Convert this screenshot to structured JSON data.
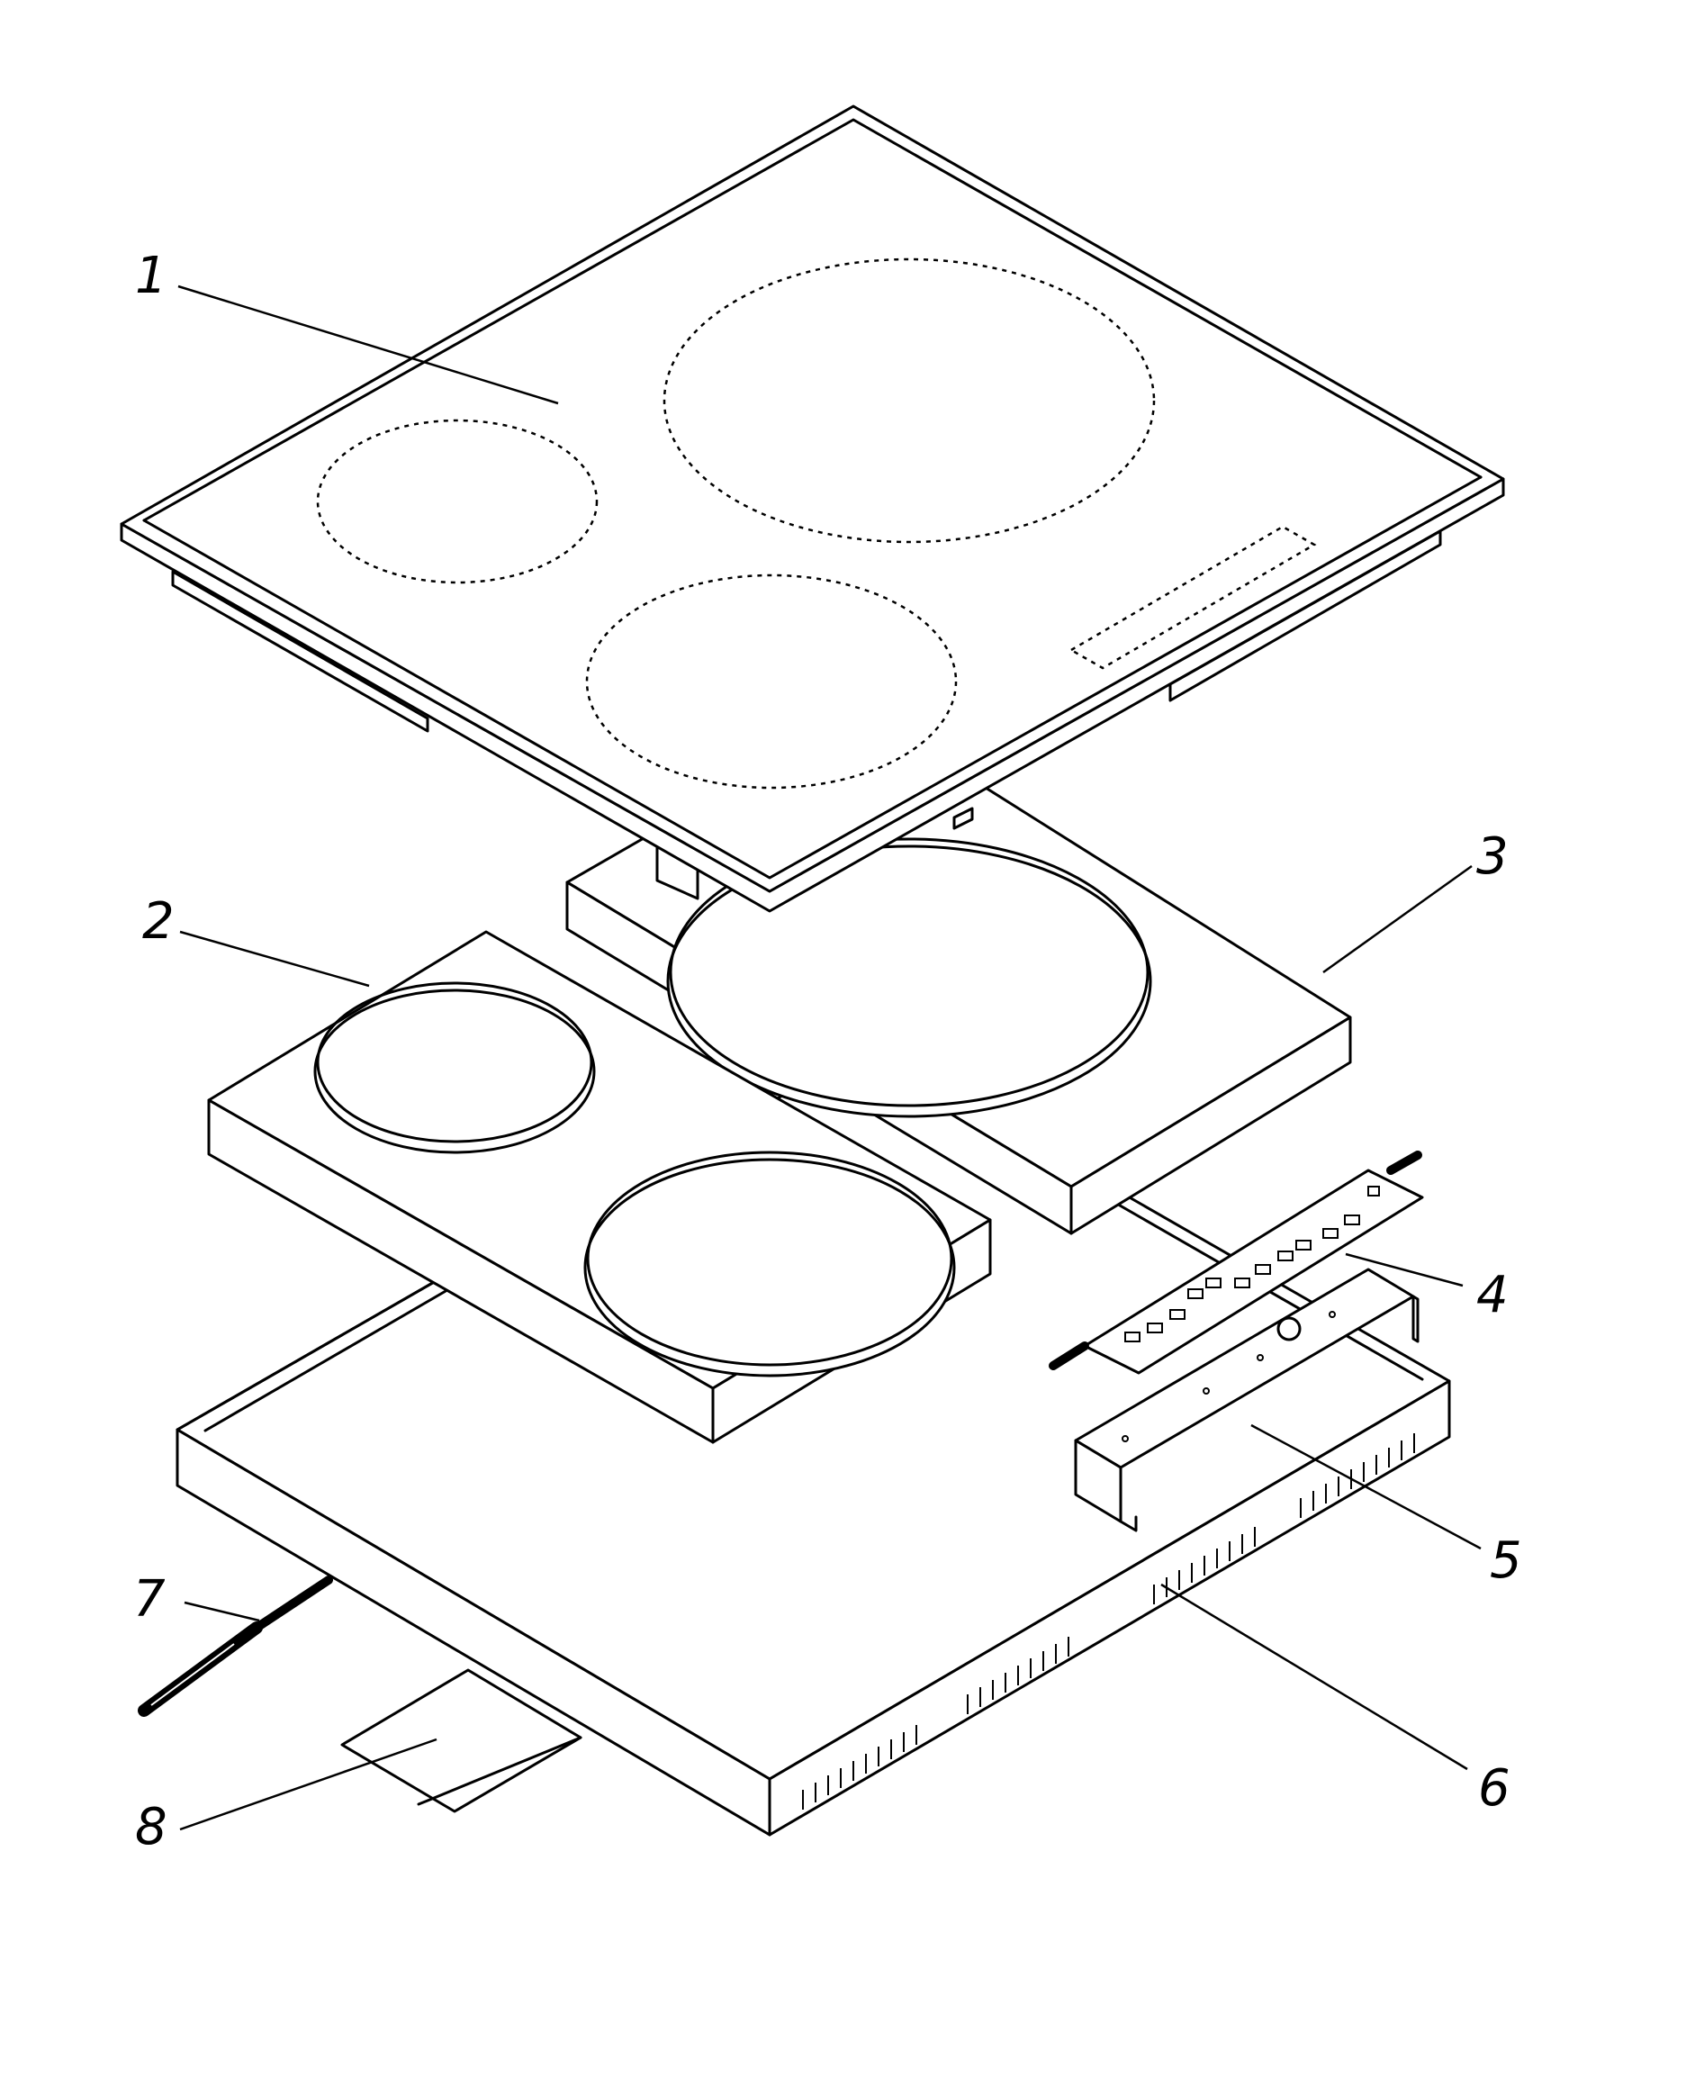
{
  "labels": {
    "l1": "1",
    "l2": "2",
    "l3": "3",
    "l4": "4",
    "l5": "5",
    "l6": "6",
    "l7": "7",
    "l8": "8"
  },
  "colors": {
    "line": "#000000",
    "background": "#ffffff"
  }
}
